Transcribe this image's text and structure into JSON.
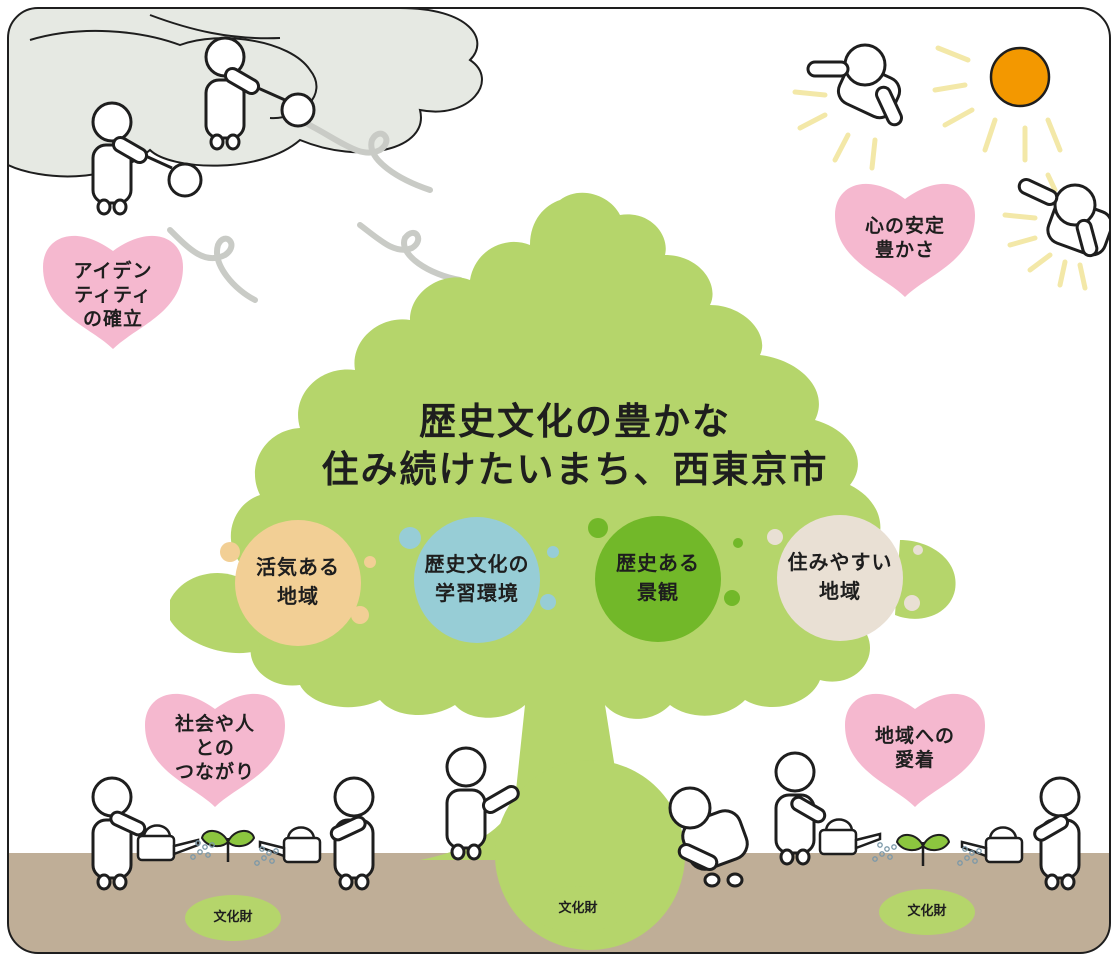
{
  "title": {
    "line1": "歴史文化の豊かな",
    "line2": "住み続けたいまち、西東京市"
  },
  "values": [
    {
      "label": "活気ある\n地域",
      "color": "#f2cf95"
    },
    {
      "label": "歴史文化の\n学習環境",
      "color": "#97cdd6"
    },
    {
      "label": "歴史ある\n景観",
      "color": "#72b829"
    },
    {
      "label": "住みやすい\n地域",
      "color": "#e9e0d4"
    }
  ],
  "hearts": [
    {
      "label": "アイデン\nティティ\nの確立"
    },
    {
      "label": "心の安定\n豊かさ"
    },
    {
      "label": "社会や人\nとの\nつながり"
    },
    {
      "label": "地域への\n愛着"
    }
  ],
  "cultural_properties": [
    {
      "label": "文化財"
    },
    {
      "label": "文化財"
    },
    {
      "label": "文化財"
    }
  ],
  "colors": {
    "canopy": "#b5d56b",
    "ground": "#bfae97",
    "heart": "#f5b8cf",
    "sun": "#f39800",
    "sun_rays": "#f3e8a8",
    "cloud": "#e6e9e3",
    "wind": "#c9cbc6"
  },
  "icons": [
    "sun-icon",
    "cloud-icon",
    "wind-icon",
    "sprout-icon",
    "watering-can-icon",
    "person-icon"
  ]
}
